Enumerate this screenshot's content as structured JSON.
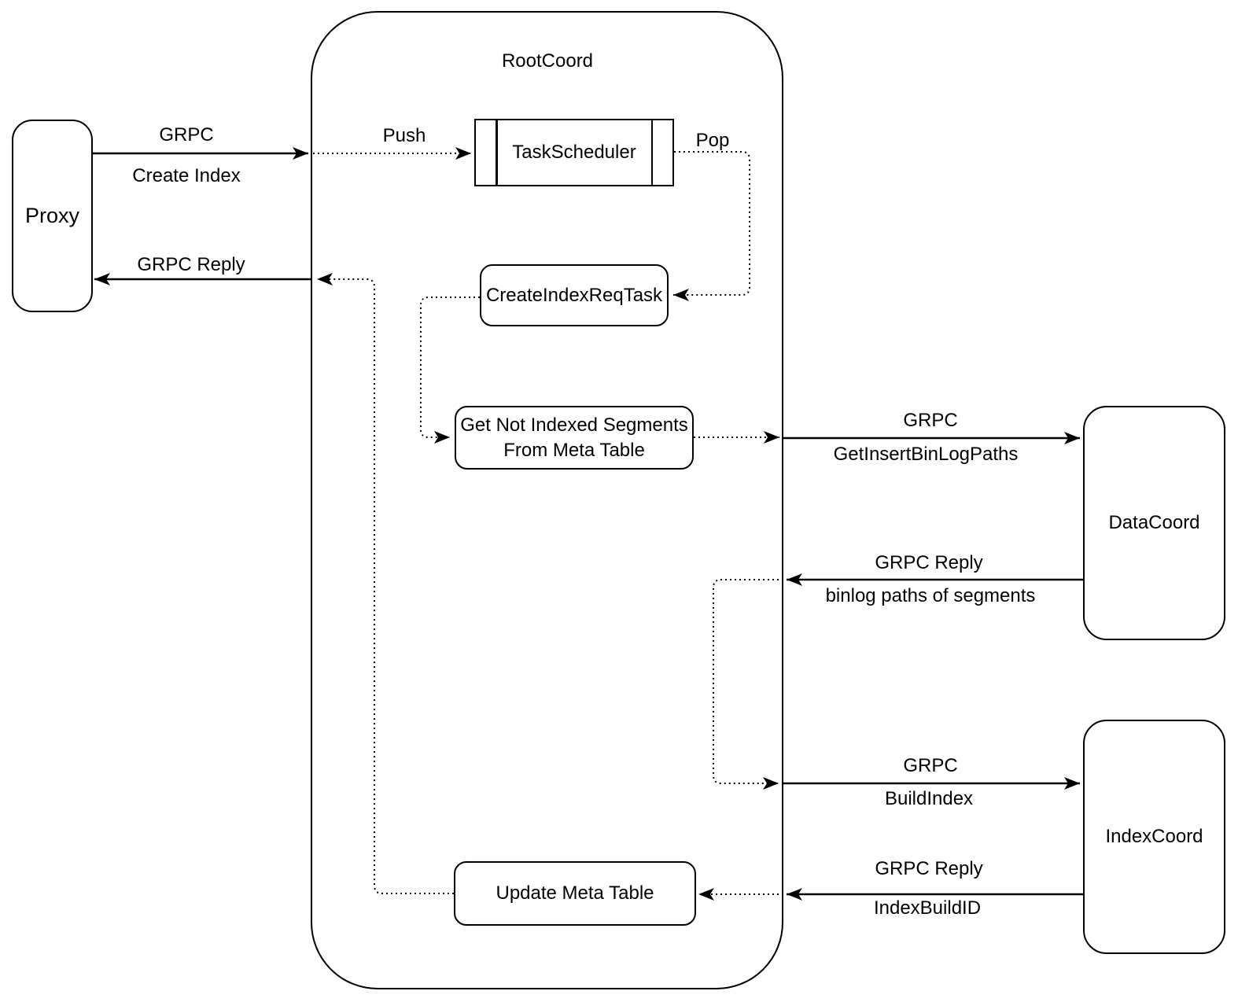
{
  "diagram": {
    "background": "#ffffff",
    "stroke_color": "#000000",
    "nodes": {
      "proxy": {
        "label": "Proxy"
      },
      "root_coord": {
        "label": "RootCoord"
      },
      "task_scheduler": {
        "label": "TaskScheduler"
      },
      "create_index_req_task": {
        "label": "CreateIndexReqTask"
      },
      "get_not_indexed_segments": {
        "label": "Get Not Indexed Segments\nFrom Meta Table"
      },
      "update_meta_table": {
        "label": "Update Meta Table"
      },
      "data_coord": {
        "label": "DataCoord"
      },
      "index_coord": {
        "label": "IndexCoord"
      }
    },
    "edge_labels": {
      "proxy_grpc": "GRPC",
      "proxy_grpc_sub": "Create Index",
      "push": "Push",
      "pop": "Pop",
      "grpc_reply_to_proxy": "GRPC Reply",
      "datacoord_grpc": "GRPC",
      "datacoord_grpc_sub": "GetInsertBinLogPaths",
      "datacoord_reply": "GRPC Reply",
      "datacoord_reply_sub": "binlog paths of segments",
      "indexcoord_grpc": "GRPC",
      "indexcoord_grpc_sub": "BuildIndex",
      "indexcoord_reply": "GRPC Reply",
      "indexcoord_reply_sub": "IndexBuildID"
    }
  }
}
